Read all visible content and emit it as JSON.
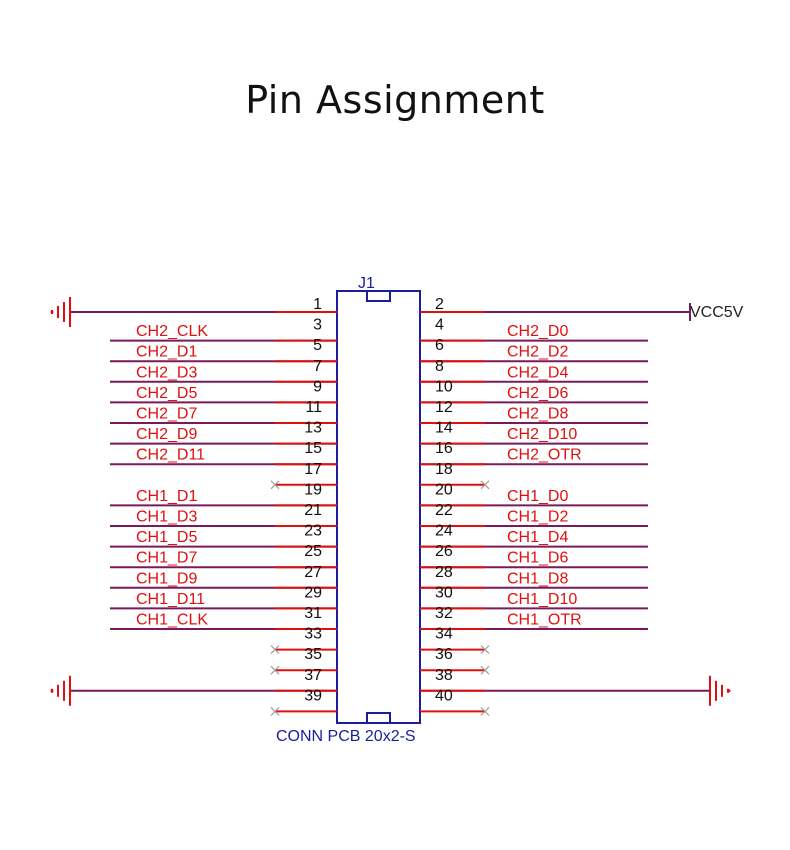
{
  "title": "Pin Assignment",
  "connector": {
    "ref": "J1",
    "part": "CONN PCB 20x2-S"
  },
  "power_label": "VCC5V",
  "colors": {
    "stub": "#e01010",
    "net": "#7a1a5a",
    "body": "#1c1c9e",
    "nc": "#a0a0a0"
  },
  "left_pins": [
    {
      "num": "1",
      "net": "",
      "type": "gnd"
    },
    {
      "num": "3",
      "net": "CH2_CLK",
      "type": "net"
    },
    {
      "num": "5",
      "net": "CH2_D1",
      "type": "net"
    },
    {
      "num": "7",
      "net": "CH2_D3",
      "type": "net"
    },
    {
      "num": "9",
      "net": "CH2_D5",
      "type": "net"
    },
    {
      "num": "11",
      "net": "CH2_D7",
      "type": "net"
    },
    {
      "num": "13",
      "net": "CH2_D9",
      "type": "net"
    },
    {
      "num": "15",
      "net": "CH2_D11",
      "type": "net"
    },
    {
      "num": "17",
      "net": "",
      "type": "nc"
    },
    {
      "num": "19",
      "net": "CH1_D1",
      "type": "net"
    },
    {
      "num": "21",
      "net": "CH1_D3",
      "type": "net"
    },
    {
      "num": "23",
      "net": "CH1_D5",
      "type": "net"
    },
    {
      "num": "25",
      "net": "CH1_D7",
      "type": "net"
    },
    {
      "num": "27",
      "net": "CH1_D9",
      "type": "net"
    },
    {
      "num": "29",
      "net": "CH1_D11",
      "type": "net"
    },
    {
      "num": "31",
      "net": "CH1_CLK",
      "type": "net"
    },
    {
      "num": "33",
      "net": "",
      "type": "nc"
    },
    {
      "num": "35",
      "net": "",
      "type": "nc"
    },
    {
      "num": "37",
      "net": "",
      "type": "gnd"
    },
    {
      "num": "39",
      "net": "",
      "type": "nc"
    }
  ],
  "right_pins": [
    {
      "num": "2",
      "net": "",
      "type": "vcc"
    },
    {
      "num": "4",
      "net": "CH2_D0",
      "type": "net"
    },
    {
      "num": "6",
      "net": "CH2_D2",
      "type": "net"
    },
    {
      "num": "8",
      "net": "CH2_D4",
      "type": "net"
    },
    {
      "num": "10",
      "net": "CH2_D6",
      "type": "net"
    },
    {
      "num": "12",
      "net": "CH2_D8",
      "type": "net"
    },
    {
      "num": "14",
      "net": "CH2_D10",
      "type": "net"
    },
    {
      "num": "16",
      "net": "CH2_OTR",
      "type": "net"
    },
    {
      "num": "18",
      "net": "",
      "type": "nc"
    },
    {
      "num": "20",
      "net": "CH1_D0",
      "type": "net"
    },
    {
      "num": "22",
      "net": "CH1_D2",
      "type": "net"
    },
    {
      "num": "24",
      "net": "CH1_D4",
      "type": "net"
    },
    {
      "num": "26",
      "net": "CH1_D6",
      "type": "net"
    },
    {
      "num": "28",
      "net": "CH1_D8",
      "type": "net"
    },
    {
      "num": "30",
      "net": "CH1_D10",
      "type": "net"
    },
    {
      "num": "32",
      "net": "CH1_OTR",
      "type": "net"
    },
    {
      "num": "34",
      "net": "",
      "type": "nc"
    },
    {
      "num": "36",
      "net": "",
      "type": "nc"
    },
    {
      "num": "38",
      "net": "",
      "type": "gnd"
    },
    {
      "num": "40",
      "net": "",
      "type": "nc"
    }
  ]
}
